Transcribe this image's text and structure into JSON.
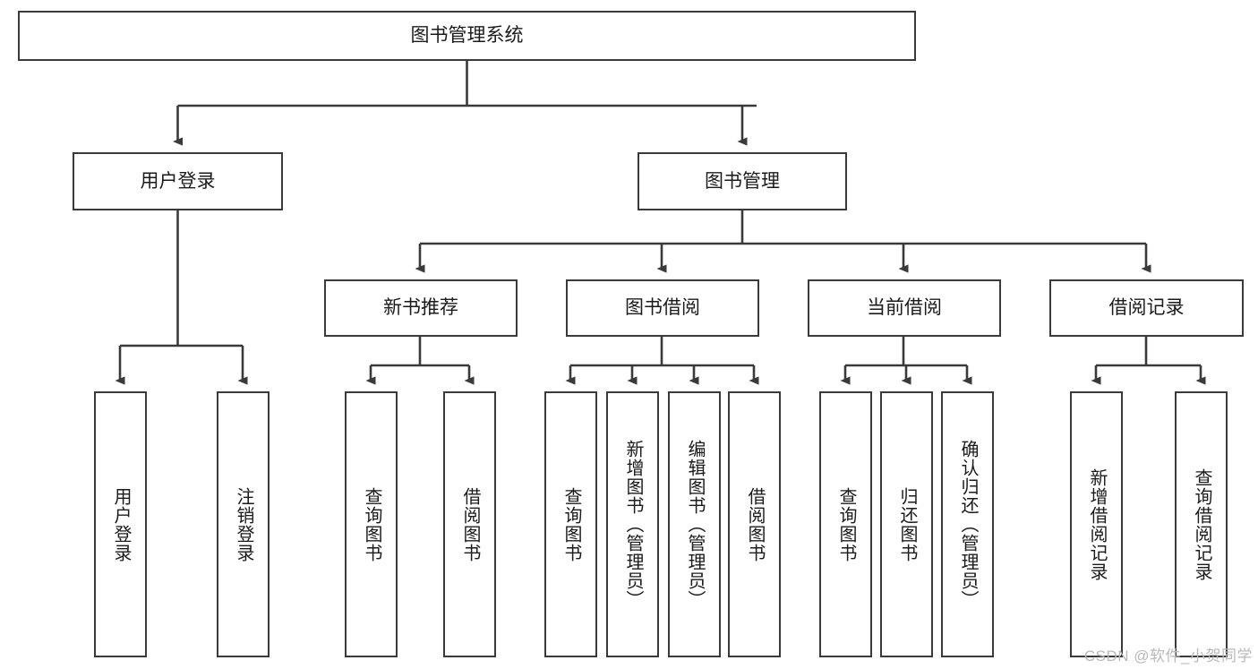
{
  "diagram": {
    "type": "tree",
    "title": "图书管理系统",
    "watermark": "CSDN @软件_小贺同学",
    "colors": {
      "stroke": "#3a3a3a",
      "fill": "#ffffff",
      "text": "#1b1b1b",
      "watermark": "#b9b9b9"
    },
    "root": {
      "label": "图书管理系统"
    },
    "level2": [
      {
        "label": "用户登录"
      },
      {
        "label": "图书管理"
      }
    ],
    "level3": [
      {
        "label": "新书推荐"
      },
      {
        "label": "图书借阅"
      },
      {
        "label": "当前借阅"
      },
      {
        "label": "借阅记录"
      }
    ],
    "leaves": {
      "user_login": [
        {
          "label": "用户登录"
        },
        {
          "label": "注销登录"
        }
      ],
      "new_book": [
        {
          "label": "查询图书"
        },
        {
          "label": "借阅图书"
        }
      ],
      "book_borrow": [
        {
          "label": "查询图书"
        },
        {
          "label": "新增图书（管理员）"
        },
        {
          "label": "编辑图书（管理员）"
        },
        {
          "label": "借阅图书"
        }
      ],
      "current_borrow": [
        {
          "label": "查询图书"
        },
        {
          "label": "归还图书"
        },
        {
          "label": "确认归还（管理员）"
        }
      ],
      "borrow_record": [
        {
          "label": "新增借阅记录"
        },
        {
          "label": "查询借阅记录"
        }
      ]
    }
  }
}
